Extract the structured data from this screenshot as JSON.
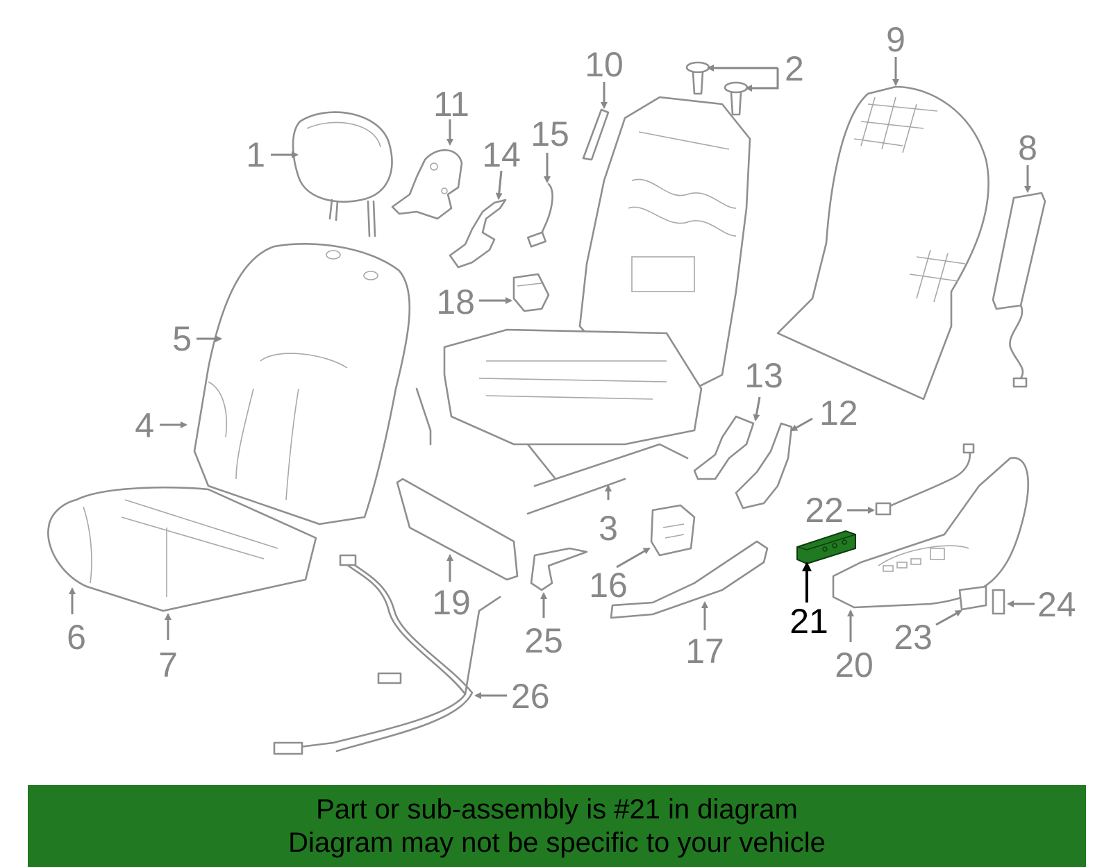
{
  "colors": {
    "line": "#8f8f8f",
    "label": "#888888",
    "highlight_part": "#217a21",
    "highlight_label": "#000000",
    "banner_background": "#217a21",
    "banner_text": "#000000"
  },
  "highlighted_part": "21",
  "callouts": [
    {
      "id": "1",
      "text": "1"
    },
    {
      "id": "2",
      "text": "2"
    },
    {
      "id": "3",
      "text": "3"
    },
    {
      "id": "4",
      "text": "4"
    },
    {
      "id": "5",
      "text": "5"
    },
    {
      "id": "6",
      "text": "6"
    },
    {
      "id": "7",
      "text": "7"
    },
    {
      "id": "8",
      "text": "8"
    },
    {
      "id": "9",
      "text": "9"
    },
    {
      "id": "10",
      "text": "10"
    },
    {
      "id": "11",
      "text": "11"
    },
    {
      "id": "12",
      "text": "12"
    },
    {
      "id": "13",
      "text": "13"
    },
    {
      "id": "14",
      "text": "14"
    },
    {
      "id": "15",
      "text": "15"
    },
    {
      "id": "16",
      "text": "16"
    },
    {
      "id": "17",
      "text": "17"
    },
    {
      "id": "18",
      "text": "18"
    },
    {
      "id": "19",
      "text": "19"
    },
    {
      "id": "20",
      "text": "20"
    },
    {
      "id": "21",
      "text": "21"
    },
    {
      "id": "22",
      "text": "22"
    },
    {
      "id": "23",
      "text": "23"
    },
    {
      "id": "24",
      "text": "24"
    },
    {
      "id": "25",
      "text": "25"
    },
    {
      "id": "26",
      "text": "26"
    }
  ],
  "banner": {
    "line1": "Part or sub-assembly is #21 in diagram",
    "line2": "Diagram may not be specific to your vehicle"
  }
}
